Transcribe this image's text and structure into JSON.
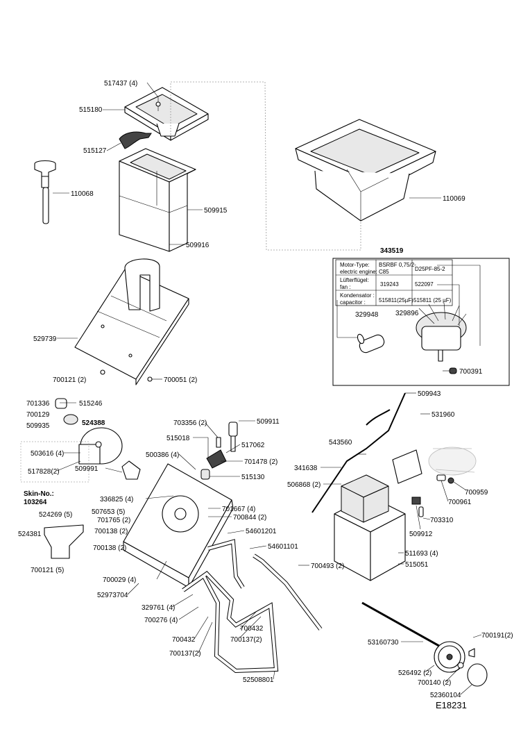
{
  "drawing_id": "E18231",
  "kit": {
    "number": "343519",
    "table": [
      [
        "Motor-Type:\nelectric engine:",
        "BSRBF 0,75/2-C85",
        "D25PF-85-2"
      ],
      [
        "Lüfterflügel:\nfan :",
        "319243",
        "522097"
      ],
      [
        "Kondensator :\ncapacitor :",
        "515811(25µF)",
        "515811 (25 µF)"
      ]
    ]
  },
  "skin": {
    "title": "Skin-No.:",
    "number": "103264"
  },
  "labels": {
    "p517437": "517437 (4)",
    "p515180": "515180",
    "p515127": "515127",
    "p110068": "110068",
    "p509915": "509915",
    "p509916": "509916",
    "p110069": "110069",
    "p529739": "529739",
    "p700121a": "700121 (2)",
    "p700051": "700051 (2)",
    "p329948": "329948",
    "p329896": "329896",
    "p700391": "700391",
    "p701336": "701336",
    "p515246": "515246",
    "p700129": "700129",
    "p509935": "509935",
    "p524388": "524388",
    "p503616": "503616 (4)",
    "p517828": "517828(2)",
    "p509991": "509991",
    "p703356": "703356 (2)",
    "p509911": "509911",
    "p515018": "515018",
    "p517062": "517062",
    "p500386": "500386 (4)",
    "p701478": "701478 (2)",
    "p515130": "515130",
    "p336825": "336825 (4)",
    "p701667": "701667 (4)",
    "p700844": "700844 (2)",
    "p524269": "524269 (5)",
    "p507653": "507653 (5)",
    "p701765": "701765 (2)",
    "p524381": "524381",
    "p700138a": "700138 (2)",
    "p700138b": "700138 (2)",
    "p700121b": "700121 (5)",
    "p700029": "700029 (4)",
    "p52973704": "52973704",
    "p54601201": "54601201",
    "p54601101": "54601101",
    "p700493": "700493 (2)",
    "p329761": "329761 (4)",
    "p700276": "700276 (4)",
    "p700432a": "700432",
    "p700137a": "700137(2)",
    "p700432b": "700432",
    "p700137b": "700137(2)",
    "p52508801": "52508801",
    "p509943": "509943",
    "p531960": "531960",
    "p543560": "543560",
    "p341638": "341638",
    "p506868": "506868 (2)",
    "p700959": "700959",
    "p700961": "700961",
    "p703310": "703310",
    "p509912": "509912",
    "p511693": "511693 (4)",
    "p515051": "515051",
    "p53160730": "53160730",
    "p700191": "700191(2)",
    "p526492": "526492 (2)",
    "p700140": "700140 (2)",
    "p52360104": "52360104"
  }
}
